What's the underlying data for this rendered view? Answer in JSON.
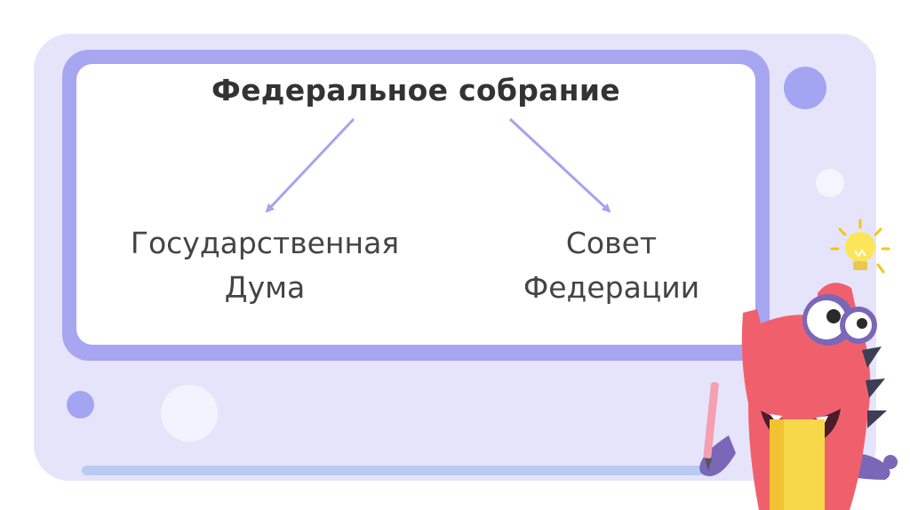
{
  "diagram": {
    "title": "Федеральное собрание",
    "nodes": [
      {
        "lines": [
          "Государственная",
          "Дума"
        ]
      },
      {
        "lines": [
          "Совет",
          "Федерации"
        ]
      }
    ],
    "edges": [
      {
        "from": "Федеральное собрание",
        "to": "Государственная Дума"
      },
      {
        "from": "Федеральное собрание",
        "to": "Совет Федерации"
      }
    ]
  },
  "colors": {
    "panel_background": "#e6e4fb",
    "board_frame": "#a6a6f1",
    "arrow": "#a3a5ee",
    "title_text": "#333333",
    "node_text": "#444444",
    "mascot_body": "#f0606c",
    "mascot_pencil": "#f7d84a",
    "mascot_arms": "#7a67b8"
  },
  "icons": {
    "lightbulb": "lightbulb-icon",
    "mascot": "dino-mascot-illustration"
  }
}
